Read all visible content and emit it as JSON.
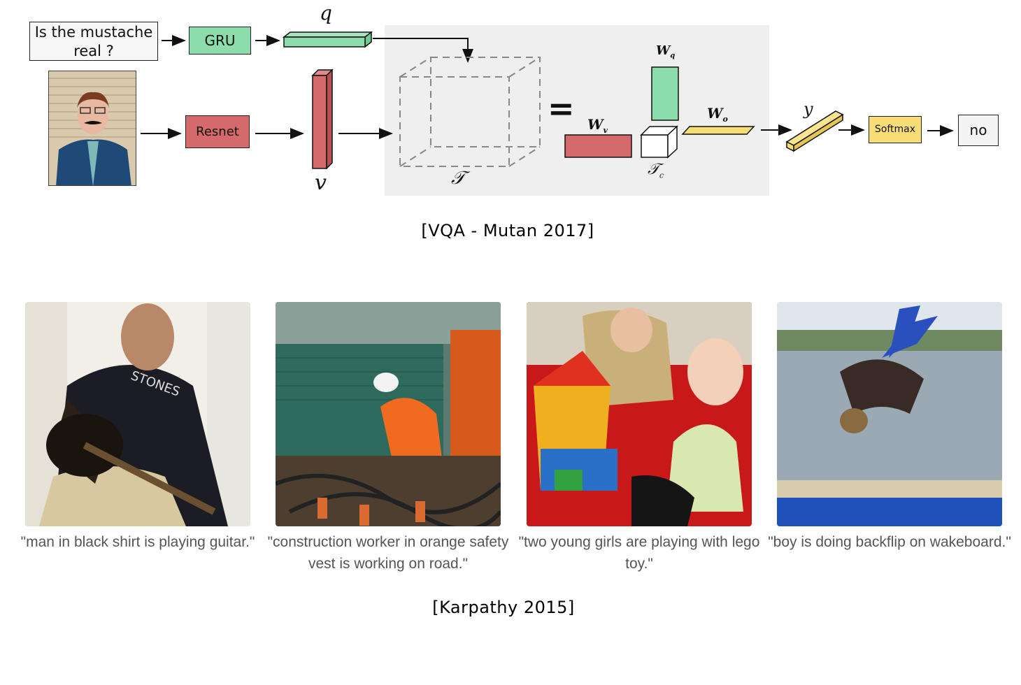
{
  "vqa": {
    "question": "Is the mustache real ?",
    "gru_label": "GRU",
    "resnet_label": "Resnet",
    "softmax_label": "Softmax",
    "answer": "no",
    "symbols": {
      "q": "q",
      "v": "v",
      "tensor": "𝒯",
      "tensor_core": "𝒯",
      "tensor_core_sub": "c",
      "equals": "=",
      "wv": "W",
      "wv_sub": "v",
      "wq": "W",
      "wq_sub": "q",
      "wo": "W",
      "wo_sub": "o",
      "y": "y"
    },
    "caption": "[VQA - Mutan 2017]"
  },
  "karpathy": {
    "captions": [
      "\"man in black shirt is playing guitar.\"",
      "\"construction worker in orange safety vest is working on road.\"",
      "\"two young girls are playing with lego toy.\"",
      "\"boy is doing backflip on wakeboard.\""
    ],
    "caption": "[Karpathy 2015]"
  },
  "colors": {
    "green": "#8ddcac",
    "red": "#d46a6c",
    "yellow": "#f7dd76"
  }
}
